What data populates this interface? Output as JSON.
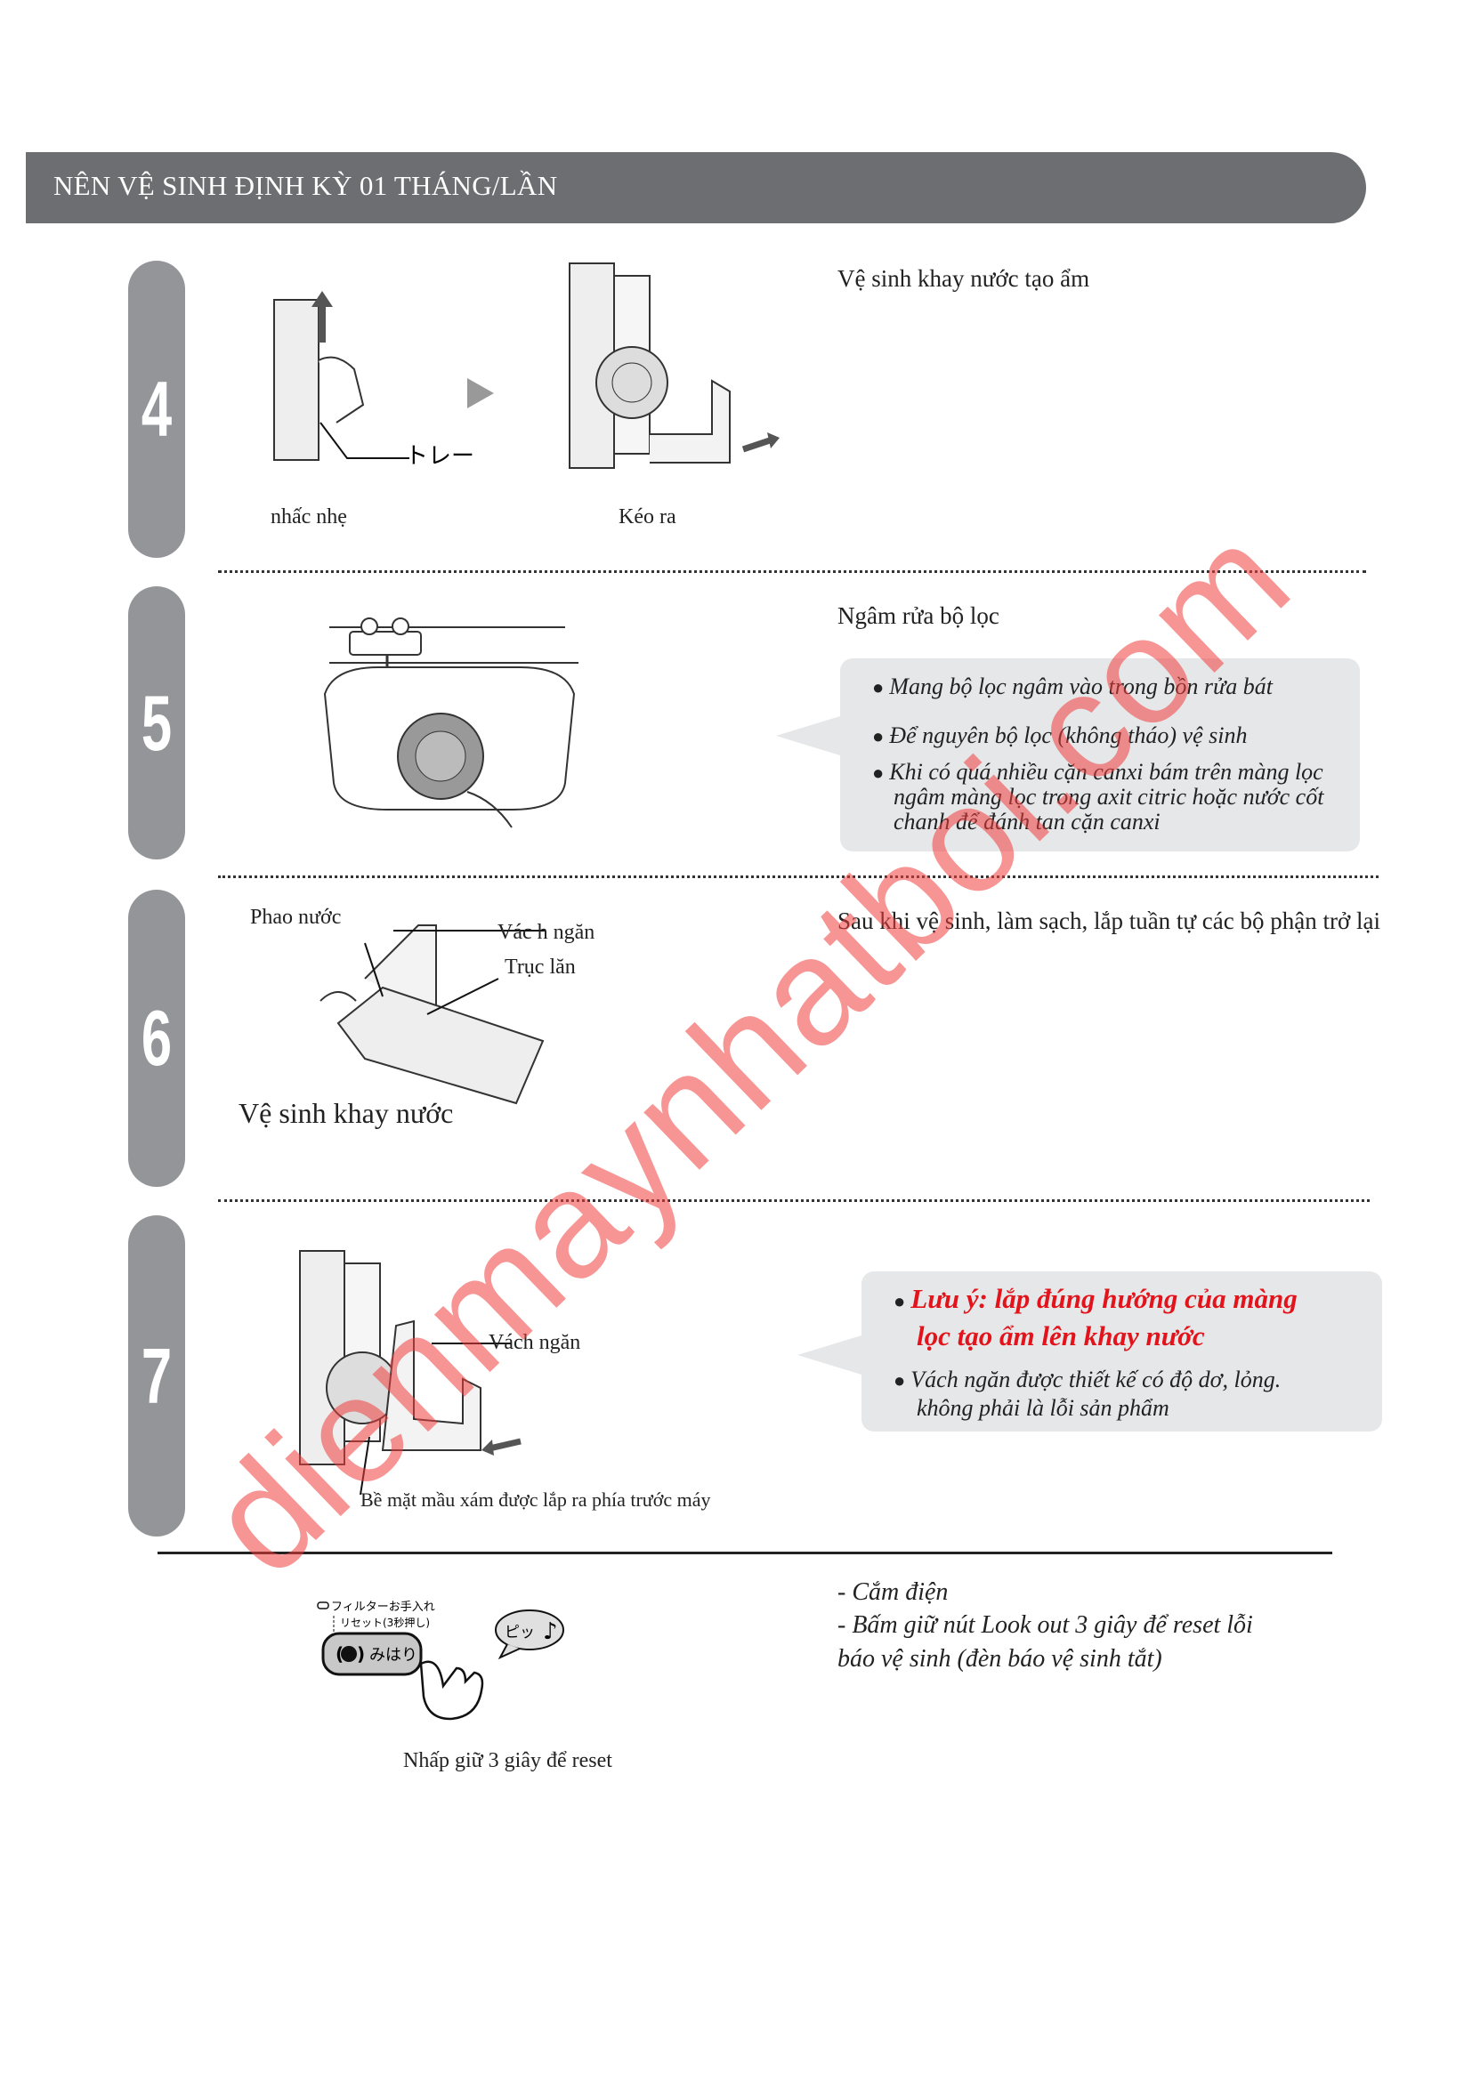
{
  "header": {
    "title": "NÊN VỆ SINH ĐỊNH KỲ 01 THÁNG/LẦN"
  },
  "steps": [
    {
      "number": "4",
      "title": "Vệ sinh khay nước tạo ẩm",
      "captions": [
        "nhấc nhẹ",
        "Kéo ra"
      ],
      "illustration_label": "トレー"
    },
    {
      "number": "5",
      "title": "Ngâm rửa bộ lọc",
      "bullets": [
        "Mang bộ lọc ngâm vào trong bồn rửa bát",
        "Để nguyên bộ lọc (không tháo) vệ sinh",
        "Khi có quá nhiều cặn canxi bám trên màng lọc",
        "ngâm màng lọc trong axit citric hoặc nước cốt",
        "chanh để đánh tan cặn canxi"
      ]
    },
    {
      "number": "6",
      "title": "Sau khi vệ sinh, làm sạch, lắp tuần tự các bộ phận trở lại",
      "labels": [
        "Phao nước",
        "Vác h ngăn",
        "Trục lăn"
      ],
      "caption": "Vệ sinh khay nước"
    },
    {
      "number": "7",
      "labels": [
        "Vách ngăn",
        "Bề mặt mầu xám được lắp ra phía trước máy"
      ],
      "warning": [
        "Lưu ý: lắp đúng hướng của màng",
        "lọc tạo ẩm lên khay nước"
      ],
      "bullets": [
        "Vách ngăn được thiết kế có độ dơ, lỏng.",
        "không phải là lỗi sản phẩm"
      ]
    }
  ],
  "reset": {
    "panel_labels": [
      "フィルターお手入れ",
      "リセット(3秒押し)",
      "みはり",
      "ピッ"
    ],
    "caption": "Nhấp giữ 3 giây để reset",
    "instructions": [
      "- Cắm điện",
      "- Bấm giữ nút Look out 3 giây để reset lỗi",
      "báo vệ sinh (đèn báo vệ sinh tắt)"
    ]
  },
  "watermark": "dienmaynhatboi.com",
  "colors": {
    "header": "#6d6e71",
    "tab": "#939598",
    "note_bg": "#e6e7e8",
    "warning": "#e3131b"
  }
}
